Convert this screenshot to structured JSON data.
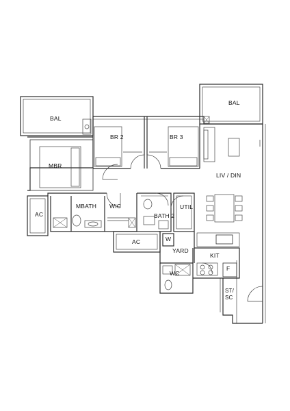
{
  "rooms": {
    "bal_left": "BAL",
    "bal_right": "BAL",
    "br2": "BR 2",
    "br3": "BR 3",
    "mbr": "MBR",
    "liv_din": "LIV / DIN",
    "ac_left": "AC",
    "mbath": "MBATH",
    "wic": "WIC",
    "bath2": "BATH 2",
    "util": "UTIL",
    "ac_mid": "AC",
    "w": "W",
    "yard": "YARD",
    "kit": "KIT",
    "wc": "WC",
    "f": "F",
    "st_sc_1": "ST/",
    "st_sc_2": "SC"
  },
  "colors": {
    "wall": "#2b2b2b",
    "fixture": "#444444",
    "background": "#ffffff"
  }
}
